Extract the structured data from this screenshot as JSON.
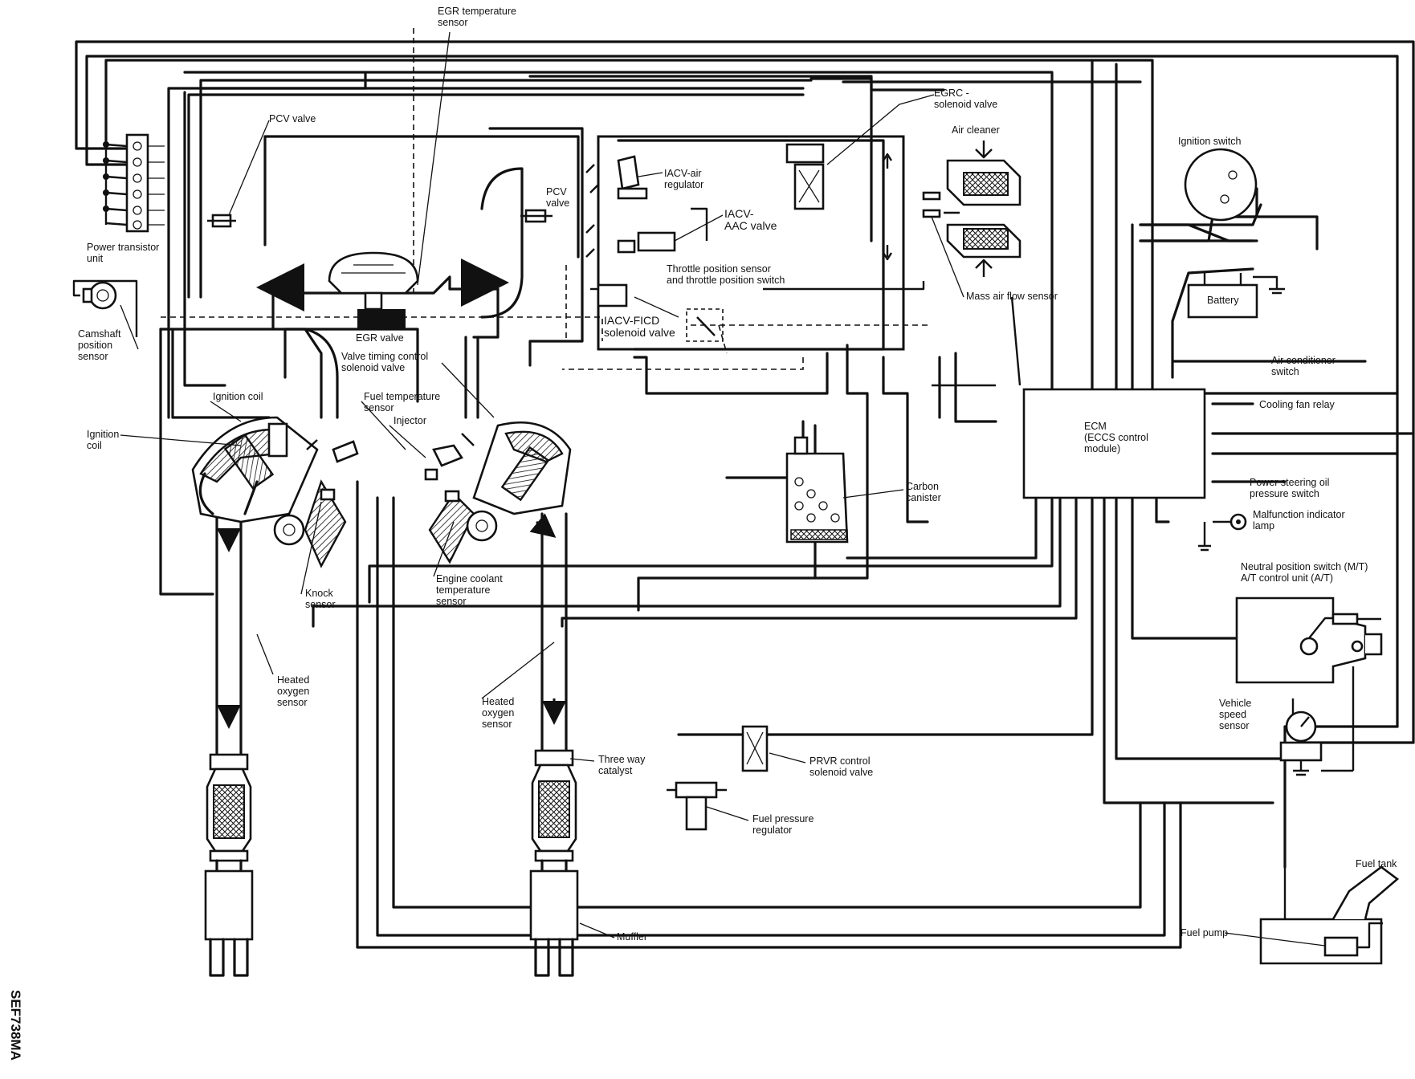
{
  "figure_code": "SEF738MA",
  "labels": {
    "egr_temp_sensor": [
      "EGR temperature",
      "sensor"
    ],
    "egrc_solenoid_valve": [
      "EGRC -",
      "solenoid valve"
    ],
    "pcv_valve_left": [
      "PCV valve"
    ],
    "air_cleaner": [
      "Air cleaner"
    ],
    "ignition_switch": [
      "Ignition switch"
    ],
    "iacv_air_regulator": [
      "IACV-air",
      "regulator"
    ],
    "pcv_valve_center": [
      "PCV",
      "valve"
    ],
    "iacv_aac_valve": [
      "IACV-",
      "AAC valve"
    ],
    "power_transistor_unit": [
      "Power transistor",
      "unit"
    ],
    "throttle_position": [
      "Throttle position sensor",
      "and throttle position switch"
    ],
    "mass_air_flow_sensor": [
      "Mass air flow sensor"
    ],
    "battery": [
      "Battery"
    ],
    "camshaft_position_sensor": [
      "Camshaft",
      "position",
      "sensor"
    ],
    "egr_valve": [
      "EGR valve"
    ],
    "iacv_ficd_solenoid": [
      "IACV-FICD",
      "solenoid valve"
    ],
    "valve_timing_solenoid": [
      "Valve timing control",
      "solenoid valve"
    ],
    "air_conditioner_switch": [
      "Air conditioner",
      "switch"
    ],
    "ignition_coil_top": [
      "Ignition coil"
    ],
    "fuel_temperature_sensor": [
      "Fuel temperature",
      "sensor"
    ],
    "cooling_fan_relay": [
      "Cooling fan relay"
    ],
    "injector": [
      "Injector"
    ],
    "ignition_coil_left": [
      "Ignition",
      "coil"
    ],
    "ecm": [
      "ECM",
      "(ECCS control",
      "module)"
    ],
    "carbon_canister": [
      "Carbon",
      "canister"
    ],
    "power_steering_switch": [
      "Power steering oil",
      "pressure switch"
    ],
    "malfunction_indicator_lamp": [
      "Malfunction indicator",
      "lamp"
    ],
    "engine_coolant_temp_sensor": [
      "Engine coolant",
      "temperature",
      "sensor"
    ],
    "neutral_position_switch": [
      "Neutral position switch (M/T)",
      "A/T control unit (A/T)"
    ],
    "knock_sensor": [
      "Knock",
      "sensor"
    ],
    "heated_oxygen_sensor_left": [
      "Heated",
      "oxygen",
      "sensor"
    ],
    "heated_oxygen_sensor_right": [
      "Heated",
      "oxygen",
      "sensor"
    ],
    "vehicle_speed_sensor": [
      "Vehicle",
      "speed",
      "sensor"
    ],
    "three_way_catalyst": [
      "Three way",
      "catalyst"
    ],
    "prvr_control_solenoid": [
      "PRVR control",
      "solenoid valve"
    ],
    "fuel_pressure_regulator": [
      "Fuel pressure",
      "regulator"
    ],
    "fuel_tank": [
      "Fuel tank"
    ],
    "fuel_pump": [
      "Fuel pump"
    ],
    "muffler": [
      "Muffler"
    ]
  }
}
